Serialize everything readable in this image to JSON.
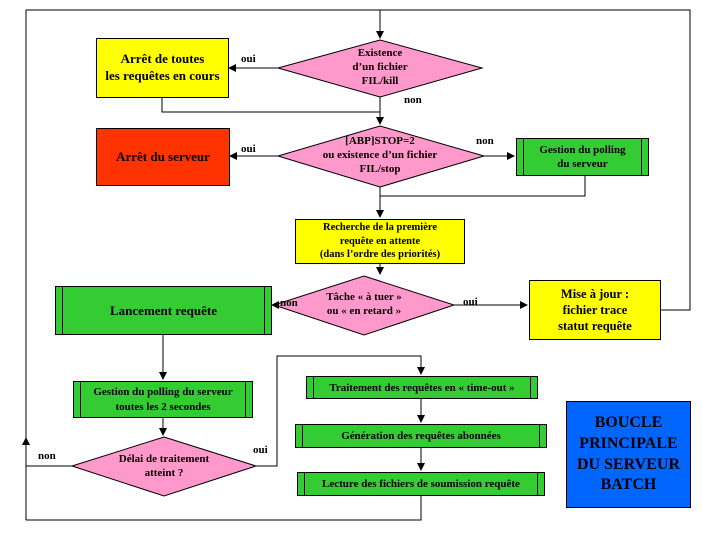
{
  "boxes": {
    "arret_requetes": "Arrêt de toutes\nles requêtes en cours",
    "arret_serveur": "Arrêt du serveur",
    "gestion_polling": "Gestion du polling\ndu serveur",
    "recherche": "Recherche de la première\nrequête en attente\n(dans l’ordre des priorités)",
    "lancement": "Lancement requête",
    "mise_a_jour": "Mise à jour :\nfichier trace\nstatut requête",
    "gestion_polling_2s": "Gestion du polling du serveur\ntoutes les 2 secondes",
    "traitement_timeout": "Traitement des requêtes en « time-out »",
    "generation": "Génération des requêtes abonnées",
    "lecture": "Lecture des fichiers de soumission requête",
    "boucle": "BOUCLE\nPRINCIPALE\nDU SERVEUR\nBATCH"
  },
  "decisions": {
    "kill": "Existence\nd’un fichier\nFIL/kill",
    "stop": "[ABP]STOP=2\nou existence d’un fichier\nFIL/stop",
    "tache": "Tâche « à tuer »\nou « en retard »",
    "delai": "Délai de traitement\natteint ?"
  },
  "labels": {
    "oui_kill": "oui",
    "non_kill": "non",
    "oui_stop": "oui",
    "non_stop": "non",
    "non_tache": "non",
    "oui_tache": "oui",
    "non_delai": "non",
    "oui_delai": "oui"
  },
  "colors": {
    "yellow": "#ffff00",
    "red": "#ff3300",
    "green": "#33cc33",
    "pink": "#ff99cc",
    "blue": "#0066ff"
  }
}
